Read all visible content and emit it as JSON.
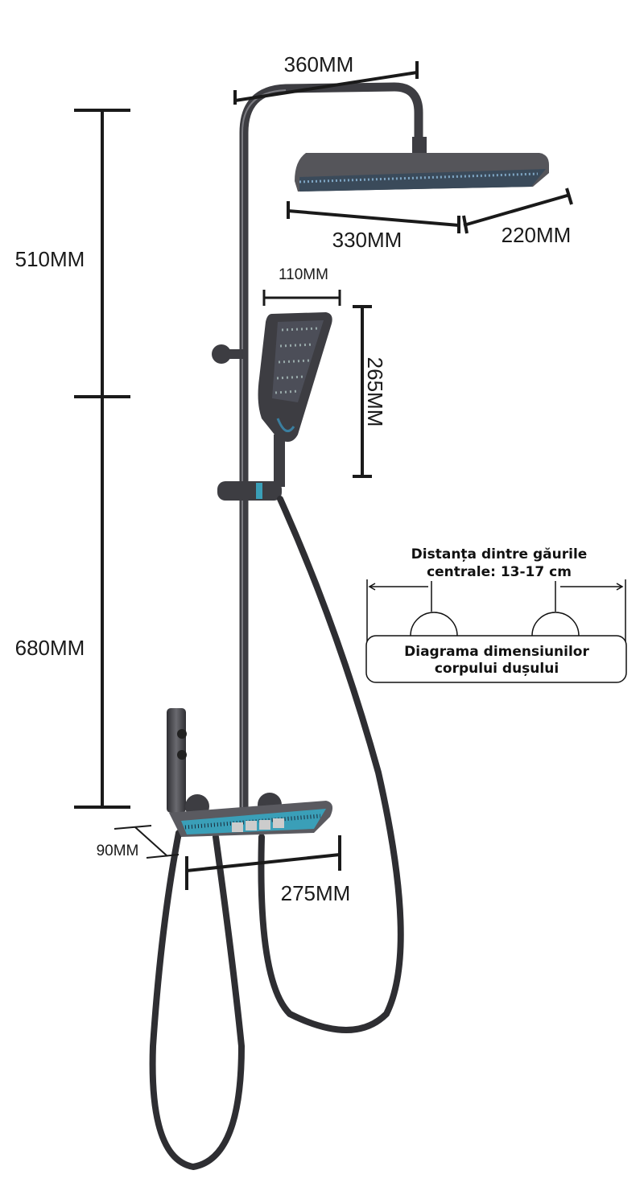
{
  "dimensions": {
    "arm_length": "360MM",
    "head_length": "330MM",
    "head_width": "220MM",
    "upper_height": "510MM",
    "lower_height": "680MM",
    "handheld_width": "110MM",
    "handheld_length": "265MM",
    "shelf_depth": "90MM",
    "shelf_length": "275MM"
  },
  "note": {
    "title_line1": "Distanța dintre găurile",
    "title_line2": "centrale: 13-17 cm",
    "box_line1": "Diagrama dimensiunilor",
    "box_line2": "corpului dușului"
  },
  "colors": {
    "metal": "#4a4a4e",
    "accent": "#3a9fb8",
    "line": "#1a1a1a"
  }
}
